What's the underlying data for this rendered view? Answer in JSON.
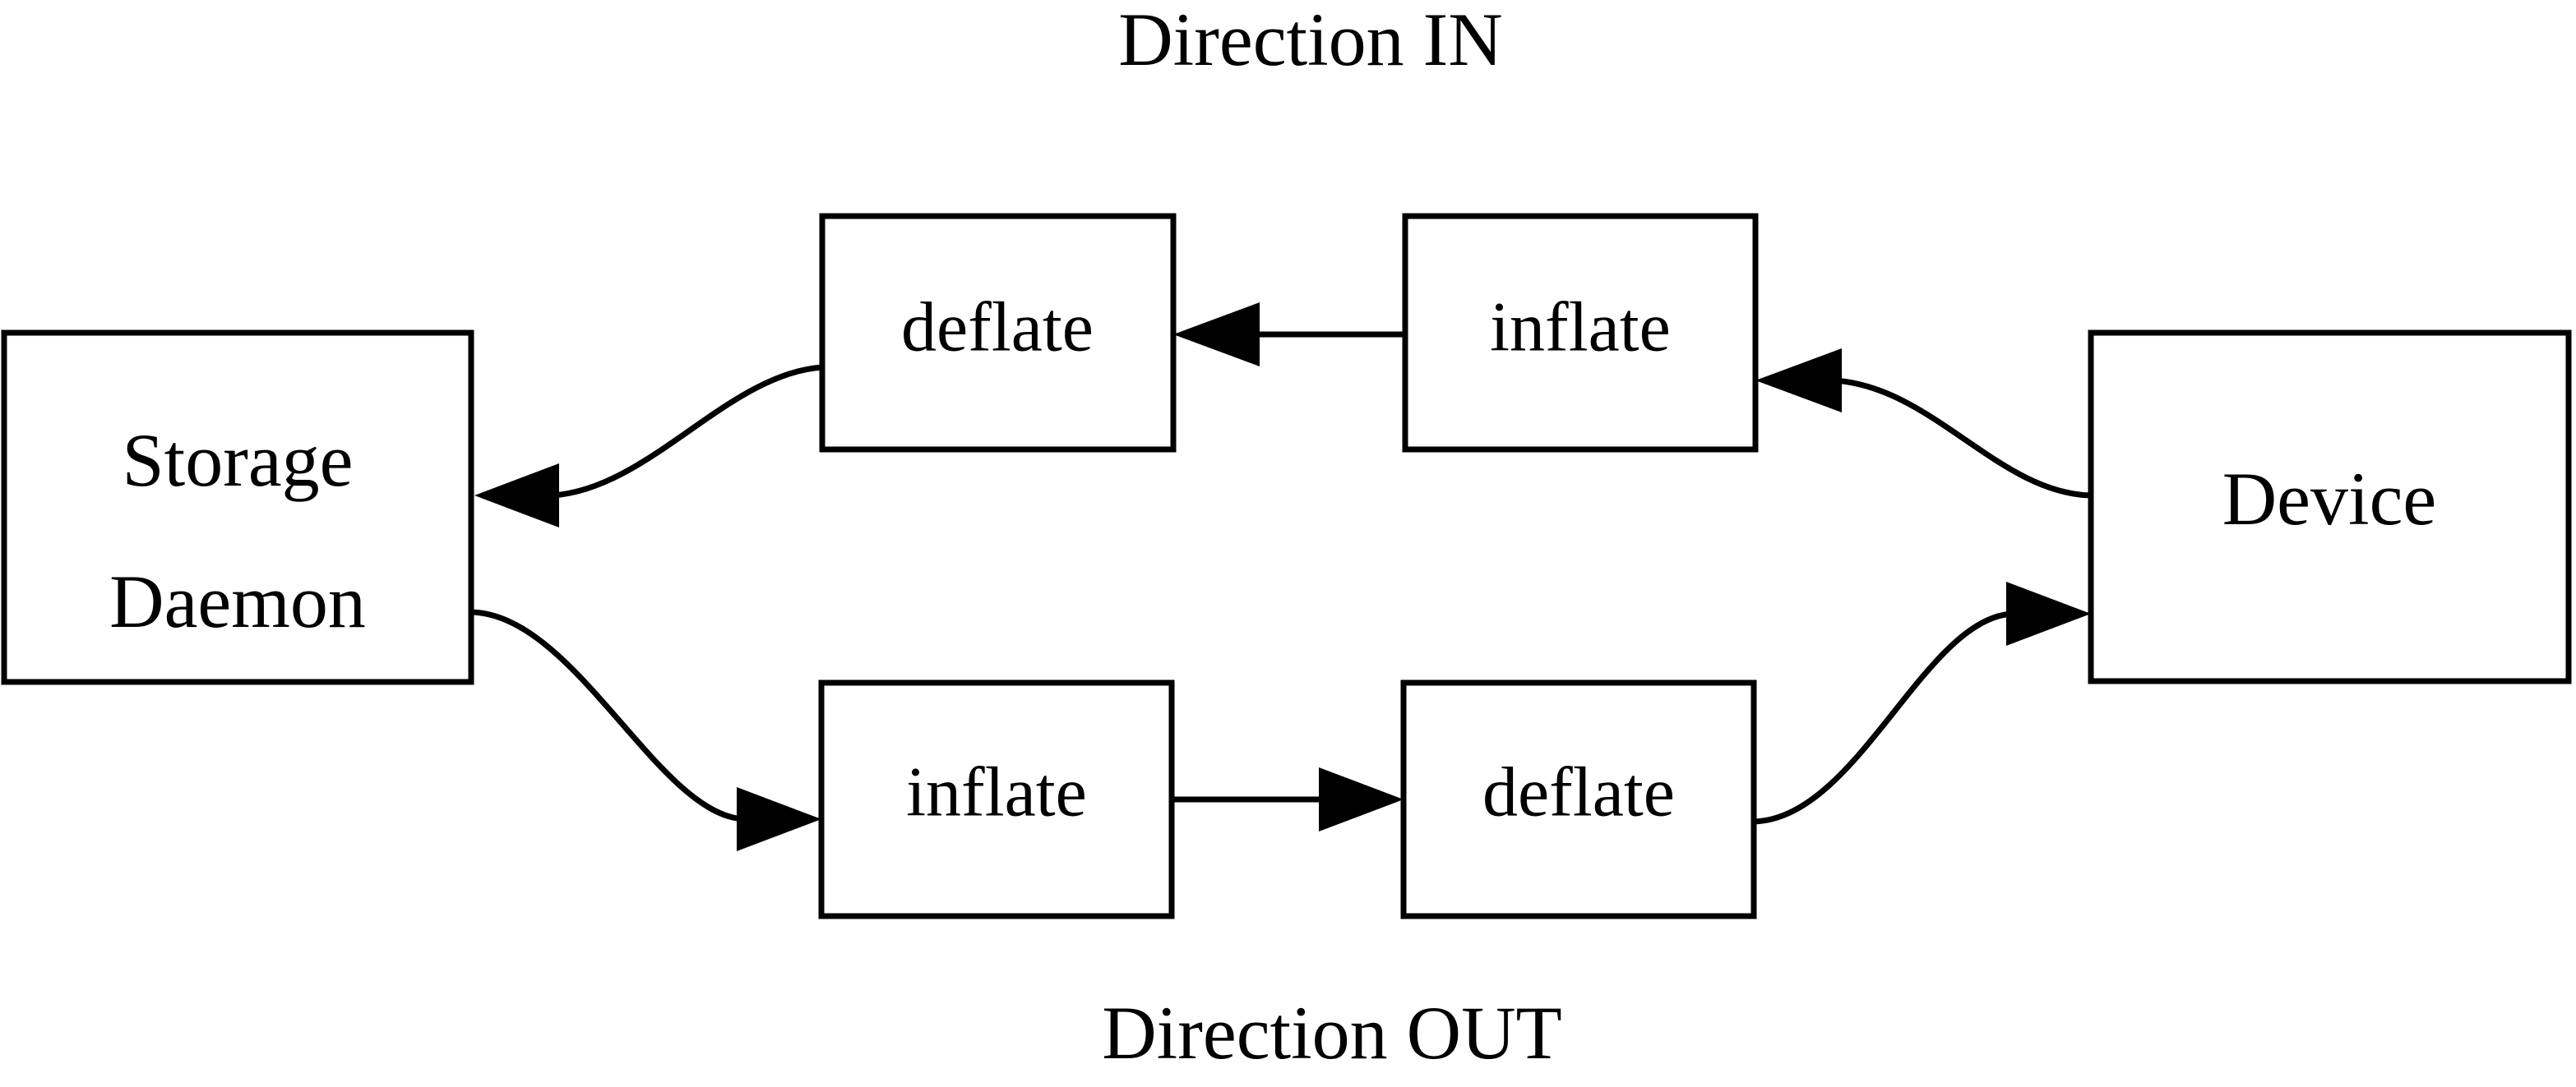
{
  "diagram": {
    "title_top": "Direction IN",
    "title_bottom": "Direction OUT",
    "background_color": "#ffffff",
    "stroke_color": "#000000",
    "nodes": [
      {
        "id": "storage-daemon",
        "label_line1": "Storage",
        "label_line2": "Daemon"
      },
      {
        "id": "deflate-in",
        "label": "deflate"
      },
      {
        "id": "inflate-in",
        "label": "inflate"
      },
      {
        "id": "device",
        "label": "Device"
      },
      {
        "id": "inflate-out",
        "label": "inflate"
      },
      {
        "id": "deflate-out",
        "label": "deflate"
      }
    ],
    "edges": [
      {
        "id": "edge-device-to-inflate-in",
        "from": "device",
        "to": "inflate-in",
        "style": "curved",
        "arrow": "end"
      },
      {
        "id": "edge-inflate-in-to-deflate-in",
        "from": "inflate-in",
        "to": "deflate-in",
        "style": "straight",
        "arrow": "end"
      },
      {
        "id": "edge-deflate-in-to-storage",
        "from": "deflate-in",
        "to": "storage-daemon",
        "style": "curved",
        "arrow": "end"
      },
      {
        "id": "edge-storage-to-inflate-out",
        "from": "storage-daemon",
        "to": "inflate-out",
        "style": "curved",
        "arrow": "end"
      },
      {
        "id": "edge-inflate-out-to-deflate-out",
        "from": "inflate-out",
        "to": "deflate-out",
        "style": "straight",
        "arrow": "end"
      },
      {
        "id": "edge-deflate-out-to-device",
        "from": "deflate-out",
        "to": "device",
        "style": "curved",
        "arrow": "end"
      }
    ]
  }
}
